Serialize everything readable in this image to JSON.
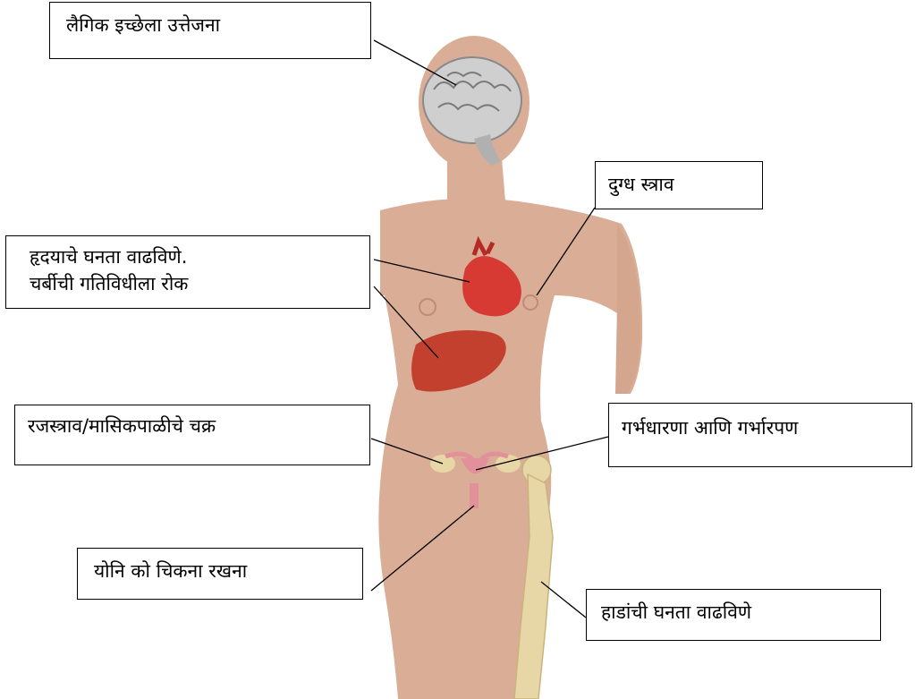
{
  "labels": {
    "brain": "लैगिक इच्छेला उत्तेजना",
    "breast": "दुग्ध स्त्राव",
    "heart_line1": "हृदयाचे घनता वाढविणे.",
    "heart_line2": "चर्बीची गतिविधीला रोक",
    "menstruation": "रजस्त्राव/मासिकपाळीचे    चक्र",
    "pregnancy": "गर्भधारणा आणि गर्भारपण",
    "vagina": "योनि को चिकना रखना",
    "bone": "हाडांची घनता वाढविणे"
  },
  "colors": {
    "skin": "#d9ad96",
    "skin_shadow": "#c99a82",
    "heart": "#d63a33",
    "liver": "#c4402e",
    "uterus": "#e2909a",
    "bone": "#e8d7a6",
    "brain": "#c8c8c8"
  }
}
